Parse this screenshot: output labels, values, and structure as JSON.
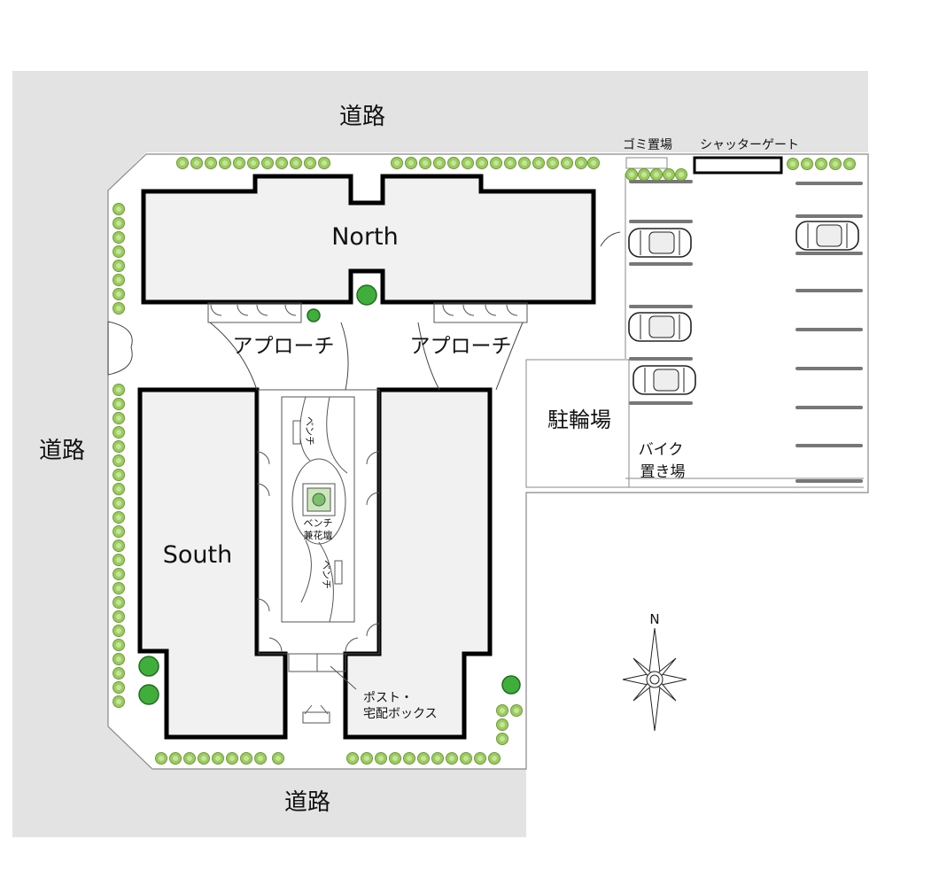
{
  "roads": {
    "north": "道路",
    "west": "道路",
    "south": "道路"
  },
  "buildings": {
    "north": "North",
    "south": "South"
  },
  "approach": {
    "left": "アプローチ",
    "right": "アプローチ"
  },
  "courtyard": {
    "bench_upper": "ベンチ",
    "bench_planter_line1": "ベンチ",
    "bench_planter_line2": "兼花壇",
    "bench_lower": "ベンチ"
  },
  "facilities": {
    "garbage": "ゴミ置場",
    "shutter_gate": "シャッターゲート",
    "bicycle_parking": "駐輪場",
    "bike_parking_line1": "バイク",
    "bike_parking_line2": "置き場",
    "mailbox_line1": "ポスト・",
    "mailbox_line2": "宅配ボックス"
  },
  "compass": {
    "north_label": "N"
  },
  "colors": {
    "road": "#e3e3e3",
    "building": "#f1f1f1",
    "wall": "#000000",
    "hedge": "#9ccc5e",
    "tree": "#3fae3a"
  }
}
